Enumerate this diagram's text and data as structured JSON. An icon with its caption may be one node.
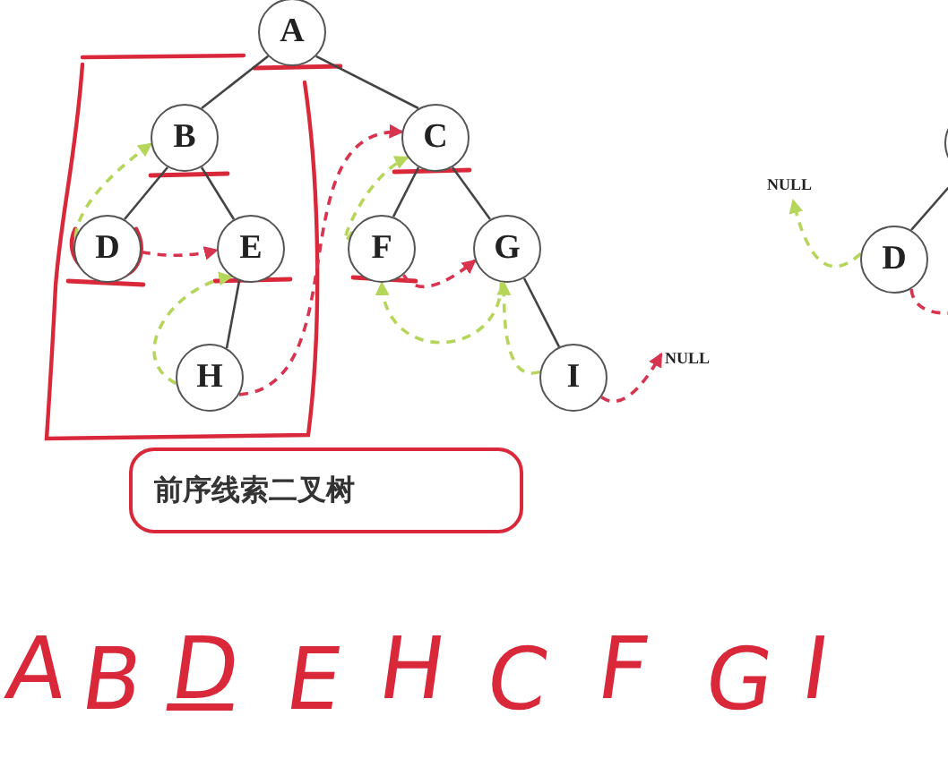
{
  "diagram": {
    "nodes": [
      {
        "text": [
          "A"
        ]
      },
      {
        "text": [
          "B"
        ]
      },
      {
        "text": [
          "C"
        ]
      },
      {
        "text": [
          "D"
        ]
      },
      {
        "text": [
          "E"
        ]
      },
      {
        "text": [
          "F"
        ]
      },
      {
        "text": [
          "G"
        ]
      },
      {
        "text": [
          "H"
        ]
      },
      {
        "text": [
          "I"
        ]
      },
      {
        "text": [
          "NULL"
        ]
      },
      {
        "text": [
          "NULL"
        ]
      },
      {
        "text": [],
        "shape": "circle"
      },
      {
        "text": [
          "D"
        ]
      },
      {
        "text": [
          "前序线索二叉树"
        ]
      }
    ],
    "edges": [
      {
        "from": 0,
        "to": 1,
        "arrow": "none"
      },
      {
        "from": 0,
        "to": 2,
        "arrow": "none"
      },
      {
        "from": 1,
        "to": 3,
        "arrow": "none"
      },
      {
        "from": 1,
        "to": 4,
        "arrow": "none"
      },
      {
        "from": 4,
        "to": 7,
        "arrow": "none"
      },
      {
        "from": 2,
        "to": 5,
        "arrow": "none"
      },
      {
        "from": 2,
        "to": 6,
        "arrow": "none"
      },
      {
        "from": 6,
        "to": 8,
        "arrow": "none"
      },
      {
        "from": 11,
        "to": 12,
        "arrow": "none"
      },
      {
        "from": 3,
        "to": 1,
        "arrow": "to",
        "style": "dashed",
        "color": "#b5d65a"
      },
      {
        "from": 3,
        "to": 4,
        "arrow": "to",
        "style": "dashed",
        "color": "#d8334f"
      },
      {
        "from": 7,
        "to": 4,
        "arrow": "to",
        "style": "dashed",
        "color": "#b5d65a"
      },
      {
        "from": 7,
        "to": 2,
        "arrow": "to",
        "style": "dashed",
        "color": "#d8334f"
      },
      {
        "from": 5,
        "to": 2,
        "arrow": "to",
        "style": "dashed",
        "color": "#b5d65a"
      },
      {
        "from": 5,
        "to": 6,
        "arrow": "to",
        "style": "dashed",
        "color": "#d8334f"
      },
      {
        "from": 6,
        "to": 5,
        "arrow": "to",
        "style": "dashed",
        "color": "#b5d65a"
      },
      {
        "from": 8,
        "to": 6,
        "arrow": "to",
        "style": "dashed",
        "color": "#b5d65a"
      },
      {
        "from": 8,
        "to": 9,
        "arrow": "to",
        "style": "dashed",
        "color": "#d8334f"
      },
      {
        "from": 12,
        "to": 10,
        "arrow": "to",
        "style": "dashed",
        "color": "#b5d65a"
      },
      {
        "from": 12,
        "to": null,
        "arrow": "none",
        "style": "dashed",
        "color": "#d8334f"
      }
    ],
    "labels": [
      "A",
      "B",
      "D",
      "E",
      "H",
      "C",
      "F",
      "G",
      "I"
    ]
  }
}
